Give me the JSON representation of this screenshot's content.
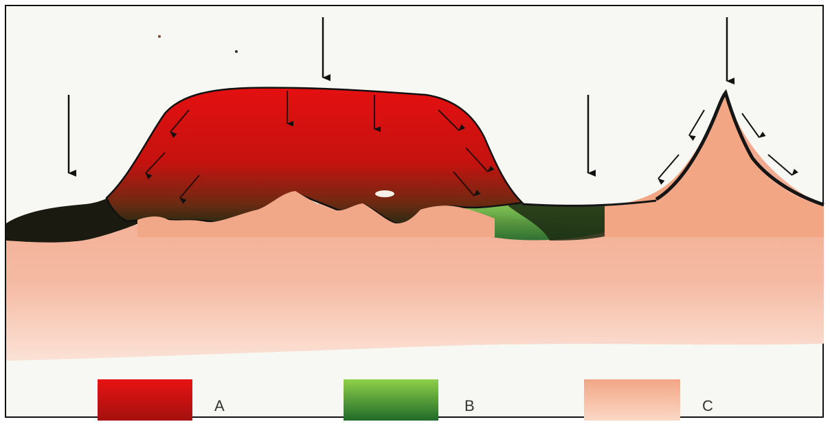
{
  "legend": {
    "items": [
      {
        "label": "A",
        "color": "#d81414"
      },
      {
        "label": "B",
        "color": "#3f9a2e"
      },
      {
        "label": "C",
        "color": "#f0a98a"
      }
    ]
  }
}
